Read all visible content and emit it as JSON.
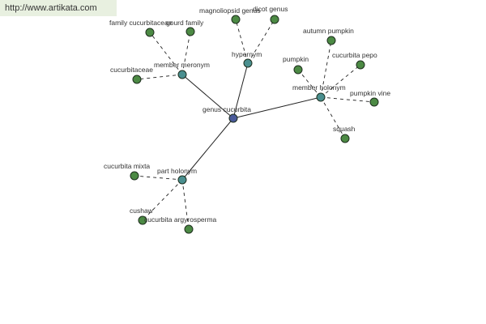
{
  "watermark": "http://www.artikata.com",
  "colors": {
    "root": "#4a5a9a",
    "relation": "#4a8f8f",
    "leaf": "#4c8a44",
    "node_stroke": "#1e2e1e",
    "edge": "#222222"
  },
  "graph": {
    "root": {
      "label": "genus cucurbita",
      "kind": "root"
    },
    "relations": [
      {
        "label": "hypernym",
        "children": [
          "magnoliopsid genus",
          "dicot genus"
        ]
      },
      {
        "label": "member meronym",
        "children": [
          "family cucurbitaceae",
          "gourd family",
          "cucurbitaceae"
        ]
      },
      {
        "label": "member holonym",
        "children": [
          "autumn pumpkin",
          "pumpkin",
          "cucurbita pepo",
          "pumpkin vine",
          "squash"
        ]
      },
      {
        "label": "part holonym",
        "children": [
          "cucurbita mixta",
          "cushaw",
          "cucurbita argyrosperma"
        ]
      }
    ]
  }
}
